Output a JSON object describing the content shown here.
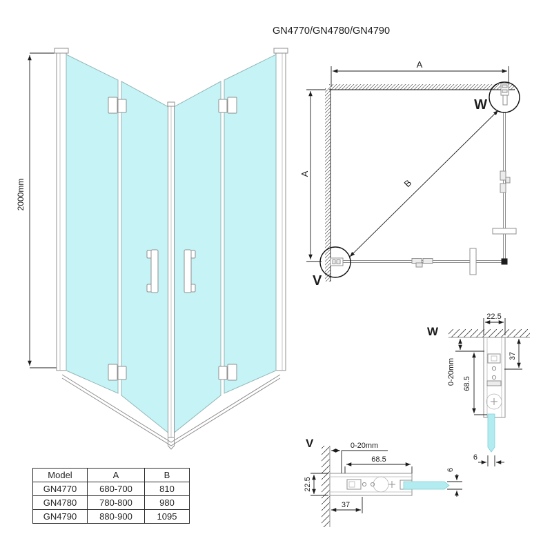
{
  "title": "GN4770/GN4780/GN4790",
  "colors": {
    "glass": "#c6f3f5",
    "glass_detail": "#b3ecf0",
    "line_gray": "#8f8f8f",
    "dim": "#1c1c1c"
  },
  "elevation": {
    "height_label": "2000mm"
  },
  "plan": {
    "dim_width": "A",
    "dim_depth": "A",
    "dim_diagonal": "B",
    "detail_top_right": "W",
    "detail_bottom_left": "V"
  },
  "detail_w": {
    "label": "W",
    "dim_profile_width": "22.5",
    "dim_wall_offset": "37",
    "dim_adjust": "0-20mm",
    "dim_profile_depth": "68.5",
    "dim_glass": "6"
  },
  "detail_v": {
    "label": "V",
    "dim_adjust": "0-20mm",
    "dim_profile_depth": "68.5",
    "dim_profile_width": "22.5",
    "dim_wall_offset": "37",
    "dim_glass": "6"
  },
  "table": {
    "headers": [
      "Model",
      "A",
      "B"
    ],
    "rows": [
      {
        "model": "GN4770",
        "a": "680-700",
        "b": "810"
      },
      {
        "model": "GN4780",
        "a": "780-800",
        "b": "980"
      },
      {
        "model": "GN4790",
        "a": "880-900",
        "b": "1095"
      }
    ]
  }
}
